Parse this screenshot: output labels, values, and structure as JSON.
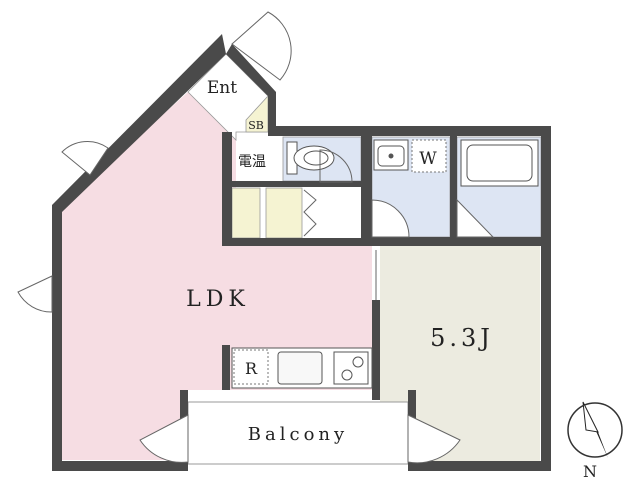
{
  "plan": {
    "rooms": {
      "ldk": "LDK",
      "bedroom": "5.3J",
      "entrance": "Ent",
      "shoe_box": "SB",
      "water_heater": "電温",
      "washer": "W",
      "refrigerator": "R",
      "balcony": "Balcony"
    },
    "compass": {
      "north": "N"
    }
  },
  "colors": {
    "wall": "#4a4a4a",
    "ldk_floor": "#f6dde3",
    "bedroom_floor": "#ecebe0",
    "wet_area_floor": "#dde5f3",
    "storage_floor": "#f5f3d2",
    "outline": "#7a7a7a"
  }
}
